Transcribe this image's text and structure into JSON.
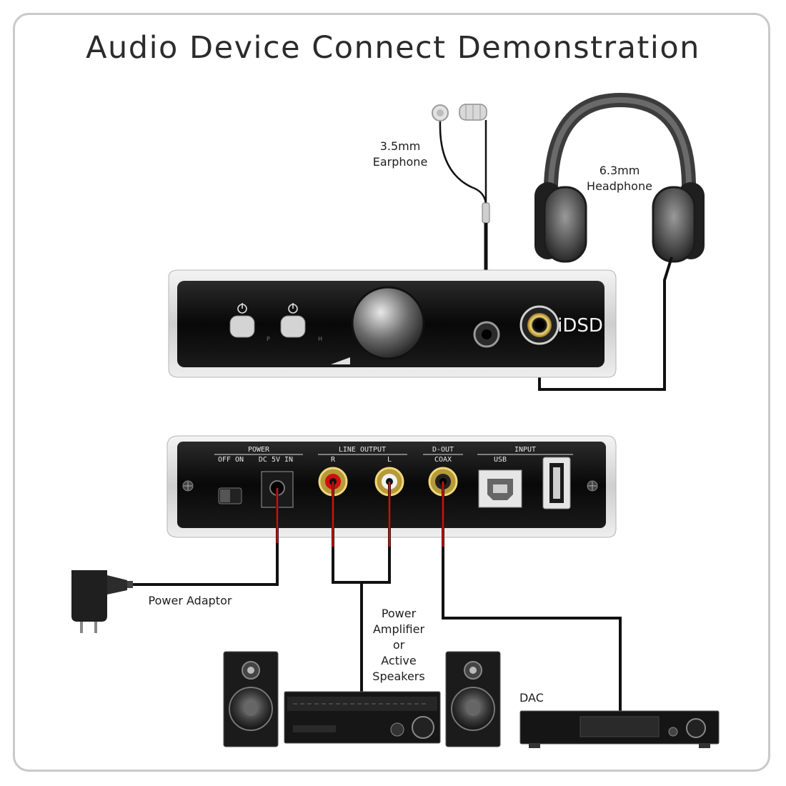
{
  "title": "Audio Device Connect Demonstration",
  "labels": {
    "earphone": "3.5mm\nEarphone",
    "headphone": "6.3mm\nHeadphone",
    "power_adaptor": "Power Adaptor",
    "amplifier": "Power\nAmplifier\nor\nActive\nSpeakers",
    "dac": "DAC"
  },
  "front_panel": {
    "brand": "iDSD",
    "button_markers": [
      "P",
      "H"
    ]
  },
  "rear_panel": {
    "power_group": "POWER",
    "switch_label": "OFF ON",
    "dc_in_label": "DC 5V IN",
    "line_output_group": "LINE OUTPUT",
    "right_label": "R",
    "left_label": "L",
    "dout_group": "D-OUT",
    "coax_label": "COAX",
    "input_group": "INPUT",
    "usb_label": "USB"
  },
  "colors": {
    "cable": "#111111",
    "cable_highlight": "#d01010",
    "panel": "#0c0c0c",
    "chassis": "#d9d9d9"
  }
}
